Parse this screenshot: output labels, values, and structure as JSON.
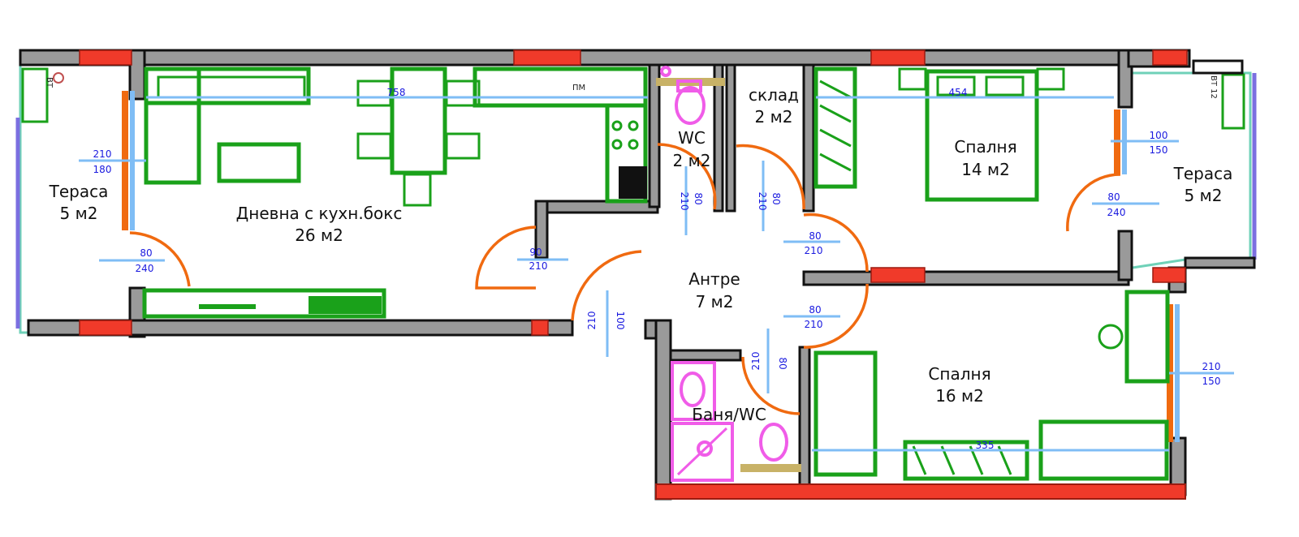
{
  "rooms": {
    "terrace_left": {
      "name": "Тераса",
      "area": "5 м2"
    },
    "living": {
      "name": "Дневна с кухн.бокс",
      "area": "26 м2"
    },
    "wc": {
      "name": "WC",
      "area": "2 м2"
    },
    "storage": {
      "name": "склад",
      "area": "2 м2"
    },
    "bedroom_top": {
      "name": "Спалня",
      "area": "14 м2"
    },
    "terrace_right": {
      "name": "Тераса",
      "area": "5 м2"
    },
    "hall": {
      "name": "Антре",
      "area": "7 м2"
    },
    "bathroom": {
      "name": "Баня/WC"
    },
    "bedroom_bottom": {
      "name": "Спалня",
      "area": "16 м2"
    }
  },
  "dimensions": {
    "living_width": "758",
    "bedroom_top_width": "454",
    "bedroom_bottom_width": "335",
    "window_left_w": "210",
    "window_left_h": "180",
    "door_left_w": "80",
    "door_left_h": "240",
    "entry_door_w": "90",
    "entry_door_h": "210",
    "front_door_w": "100",
    "front_door_h": "210",
    "wc_door_w": "80",
    "wc_door_h": "210",
    "storage_door_w": "80",
    "storage_door_h": "210",
    "bed_top_door_w": "80",
    "bed_top_door_h": "210",
    "bed_bottom_door_w": "80",
    "bed_bottom_door_h": "210",
    "bath_door_w": "80",
    "bath_door_h": "210",
    "window_right_top_w": "100",
    "window_right_top_h": "150",
    "door_right_w": "80",
    "door_right_h": "240",
    "window_right_bottom_w": "210",
    "window_right_bottom_h": "150"
  },
  "marks": {
    "vent_left": "ВТ",
    "vent_right": "ВТ 12",
    "washing_machine": "ПМ"
  },
  "colors": {
    "wall": "#9a9a9a",
    "window": "#f03a2a",
    "furniture": "#1aa11a",
    "sanitary": "#f05ce8",
    "door_swing": "#f06a10",
    "dimension_line": "#7fbdf5",
    "dimension_text": "#1a1adf"
  }
}
